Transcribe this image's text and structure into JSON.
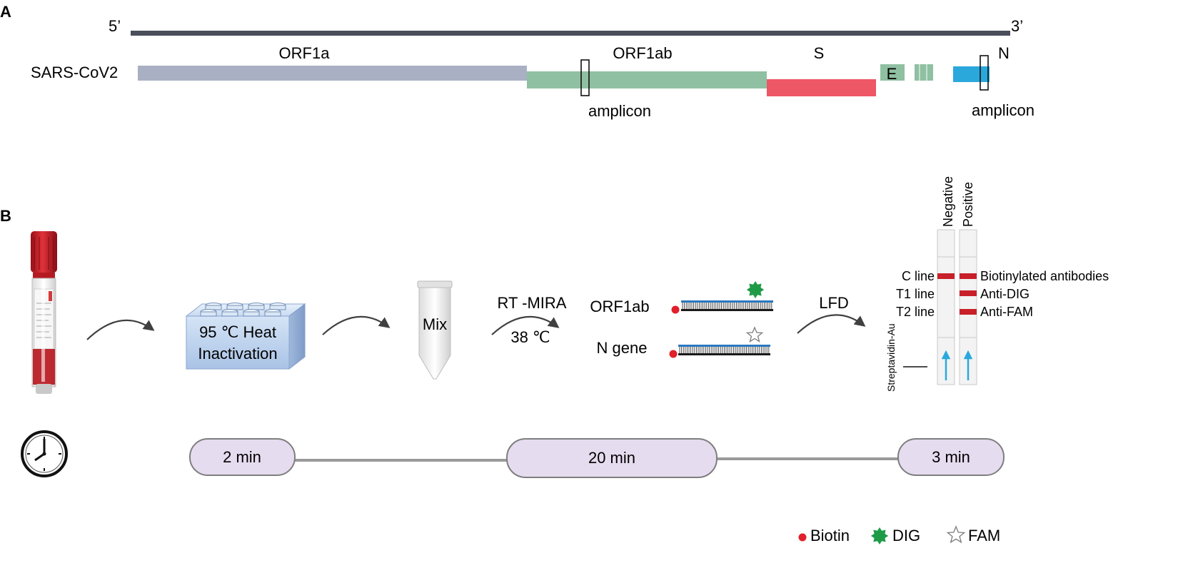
{
  "panel_a": {
    "label": "A",
    "end5": "5’",
    "end3": "3’",
    "genome_name": "SARS-CoV2",
    "genes": {
      "orf1a": {
        "label": "ORF1a",
        "color": "#a9b0c3"
      },
      "orf1ab": {
        "label": "ORF1ab",
        "color": "#8fc0a2"
      },
      "s": {
        "label": "S",
        "color": "#ee5766"
      },
      "e": {
        "label": "E",
        "color": "#8fc0a2"
      },
      "n": {
        "label": "N",
        "color": "#2aa8dc"
      }
    },
    "amplicon_label_1": "amplicon",
    "amplicon_label_2": "amplicon"
  },
  "panel_b": {
    "label": "B",
    "heat_block_text_1": "95 ℃  Heat",
    "heat_block_text_2": "Inactivation",
    "mix_label": "Mix",
    "rt_mira_label": "RT -MIRA",
    "temp_label": "38 ℃",
    "orf1ab_label": "ORF1ab",
    "ngene_label": "N gene",
    "lfd_label": "LFD",
    "strip_negative": "Negative",
    "strip_positive": "Positive",
    "c_line": "C line",
    "t1_line": "T1 line",
    "t2_line": "T2 line",
    "biotinylated": "Biotinylated antibodies",
    "anti_dig": "Anti-DIG",
    "anti_fam": "Anti-FAM",
    "streptavidin": "Streptavidin-Au"
  },
  "timeline": {
    "step1": "2 min",
    "step2": "20 min",
    "step3": "3 min"
  },
  "legend": {
    "biotin": "Biotin",
    "dig": "DIG",
    "fam": "FAM"
  },
  "colors": {
    "band_red": "#c8202a",
    "biotin_red": "#e0202a",
    "dig_green": "#1f9b48",
    "arrow_blue": "#2aa8dc",
    "pill_fill": "#e6dcef",
    "dna_blue": "#2a78c0"
  }
}
